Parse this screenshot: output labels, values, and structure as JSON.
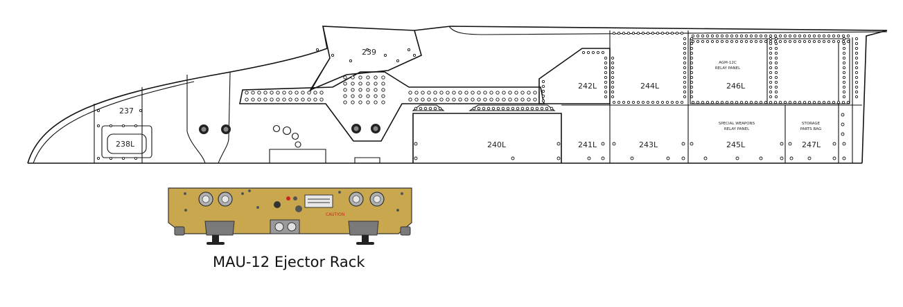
{
  "panels": {
    "p237": "237",
    "p238": "238L",
    "p239": "239",
    "p240": "240L",
    "p241": "241L",
    "p242": "242L",
    "p243": "243L",
    "p244": "244L",
    "p245": "245L",
    "p246": "246L",
    "p247": "247L"
  },
  "annotations": {
    "agm_line1": "AGM-12C",
    "agm_line2": "RELAY PANEL",
    "special_line1": "SPECIAL WEAPONS",
    "special_line2": "RELAY PANEL",
    "storage_line1": "STORAGE",
    "storage_line2": "PARTS BAG"
  },
  "rack": {
    "caption": "MAU-12 Ejector Rack",
    "caution": "CAUTION",
    "body_color": "#c9a74e",
    "caution_color": "#d6201f"
  }
}
